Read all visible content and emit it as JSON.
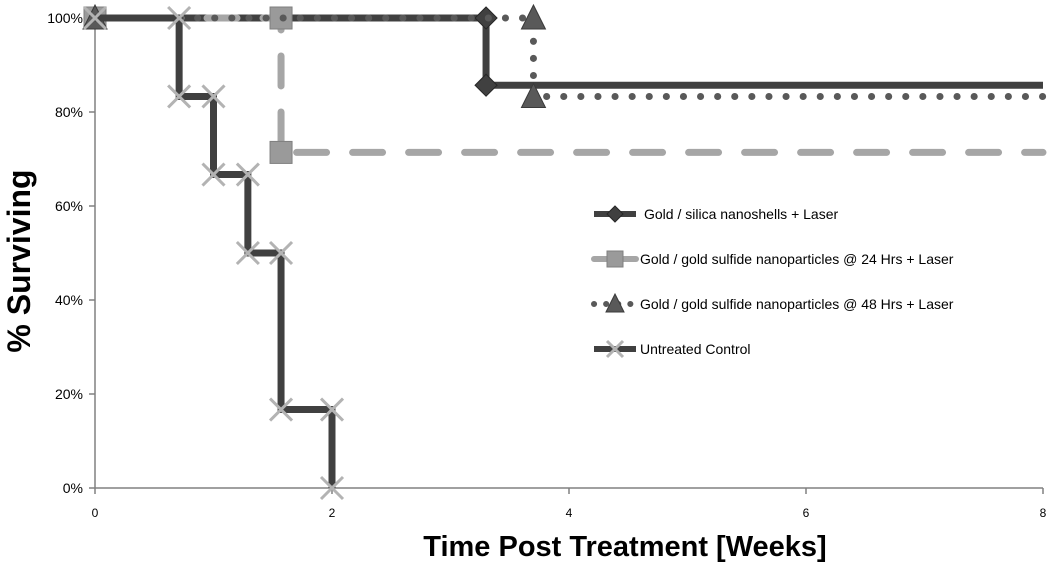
{
  "chart_data": {
    "type": "line",
    "subtype": "step",
    "title": "",
    "xlabel": "Time Post Treatment [Weeks]",
    "ylabel": "% Surviving",
    "xlim": [
      0,
      8
    ],
    "ylim": [
      0,
      100
    ],
    "xticks": [
      0,
      2,
      4,
      6,
      8
    ],
    "yticks": [
      0,
      20,
      40,
      60,
      80,
      100
    ],
    "ytick_labels": [
      "0%",
      "20%",
      "40%",
      "60%",
      "80%",
      "100%"
    ],
    "grid": false,
    "legend": "right",
    "series": [
      {
        "name": "Gold / silica nanoshells + Laser",
        "color": "#404040",
        "line_style": "solid",
        "marker": "diamond",
        "x": [
          0,
          3.3,
          8
        ],
        "y": [
          100,
          85.7,
          85.7
        ]
      },
      {
        "name": "Gold / gold sulfide nanoparticles @ 24 Hrs + Laser",
        "color": "#a6a6a6",
        "line_style": "dashed",
        "marker": "square",
        "x": [
          0,
          1.57,
          8
        ],
        "y": [
          100,
          71.4,
          71.4
        ]
      },
      {
        "name": "Gold / gold sulfide nanoparticles @ 48 Hrs + Laser",
        "color": "#595959",
        "line_style": "dotted",
        "marker": "triangle",
        "x": [
          0,
          3.7,
          8
        ],
        "y": [
          100,
          83.3,
          83.3
        ]
      },
      {
        "name": "Untreated Control",
        "color": "#404040",
        "line_style": "solid",
        "marker": "x",
        "x": [
          0,
          0.71,
          1.0,
          1.29,
          1.57,
          2.0
        ],
        "y": [
          100,
          83.3,
          66.7,
          50,
          16.7,
          0
        ]
      }
    ]
  }
}
